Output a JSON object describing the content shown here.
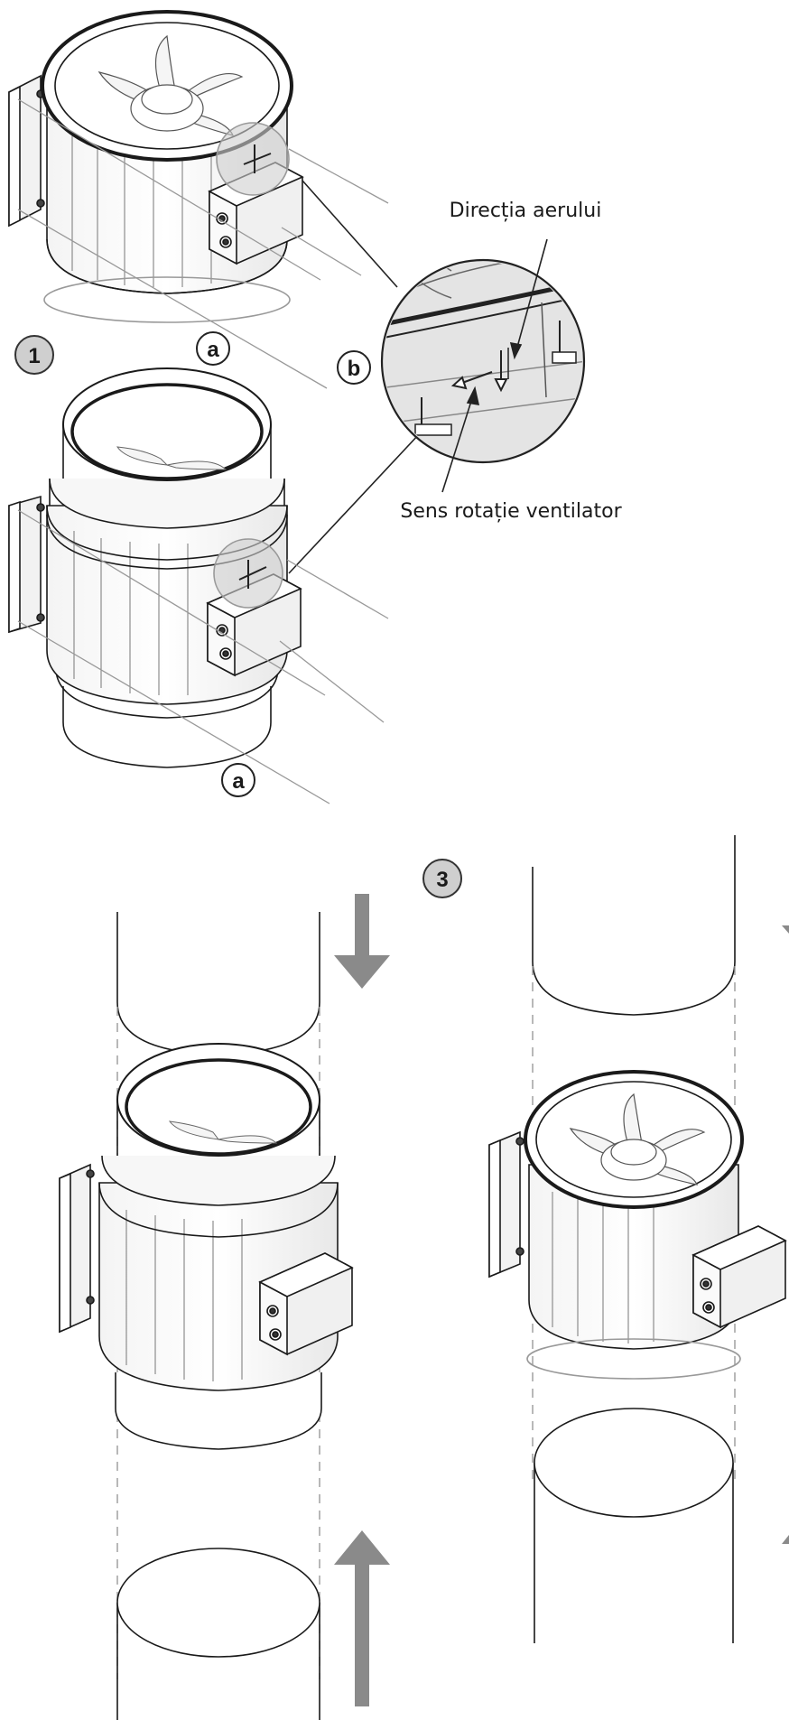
{
  "steps": {
    "step1": "1",
    "step3": "3"
  },
  "markers": {
    "a_top": "a",
    "b": "b",
    "a_bottom": "a"
  },
  "callouts": {
    "air_direction": "Direcția aerului",
    "fan_rotation": "Sens rotație ventilator"
  },
  "icons": {
    "flow_arrow": "arrow-icon",
    "fan": "fan-icon",
    "bolt": "bolt-icon"
  }
}
